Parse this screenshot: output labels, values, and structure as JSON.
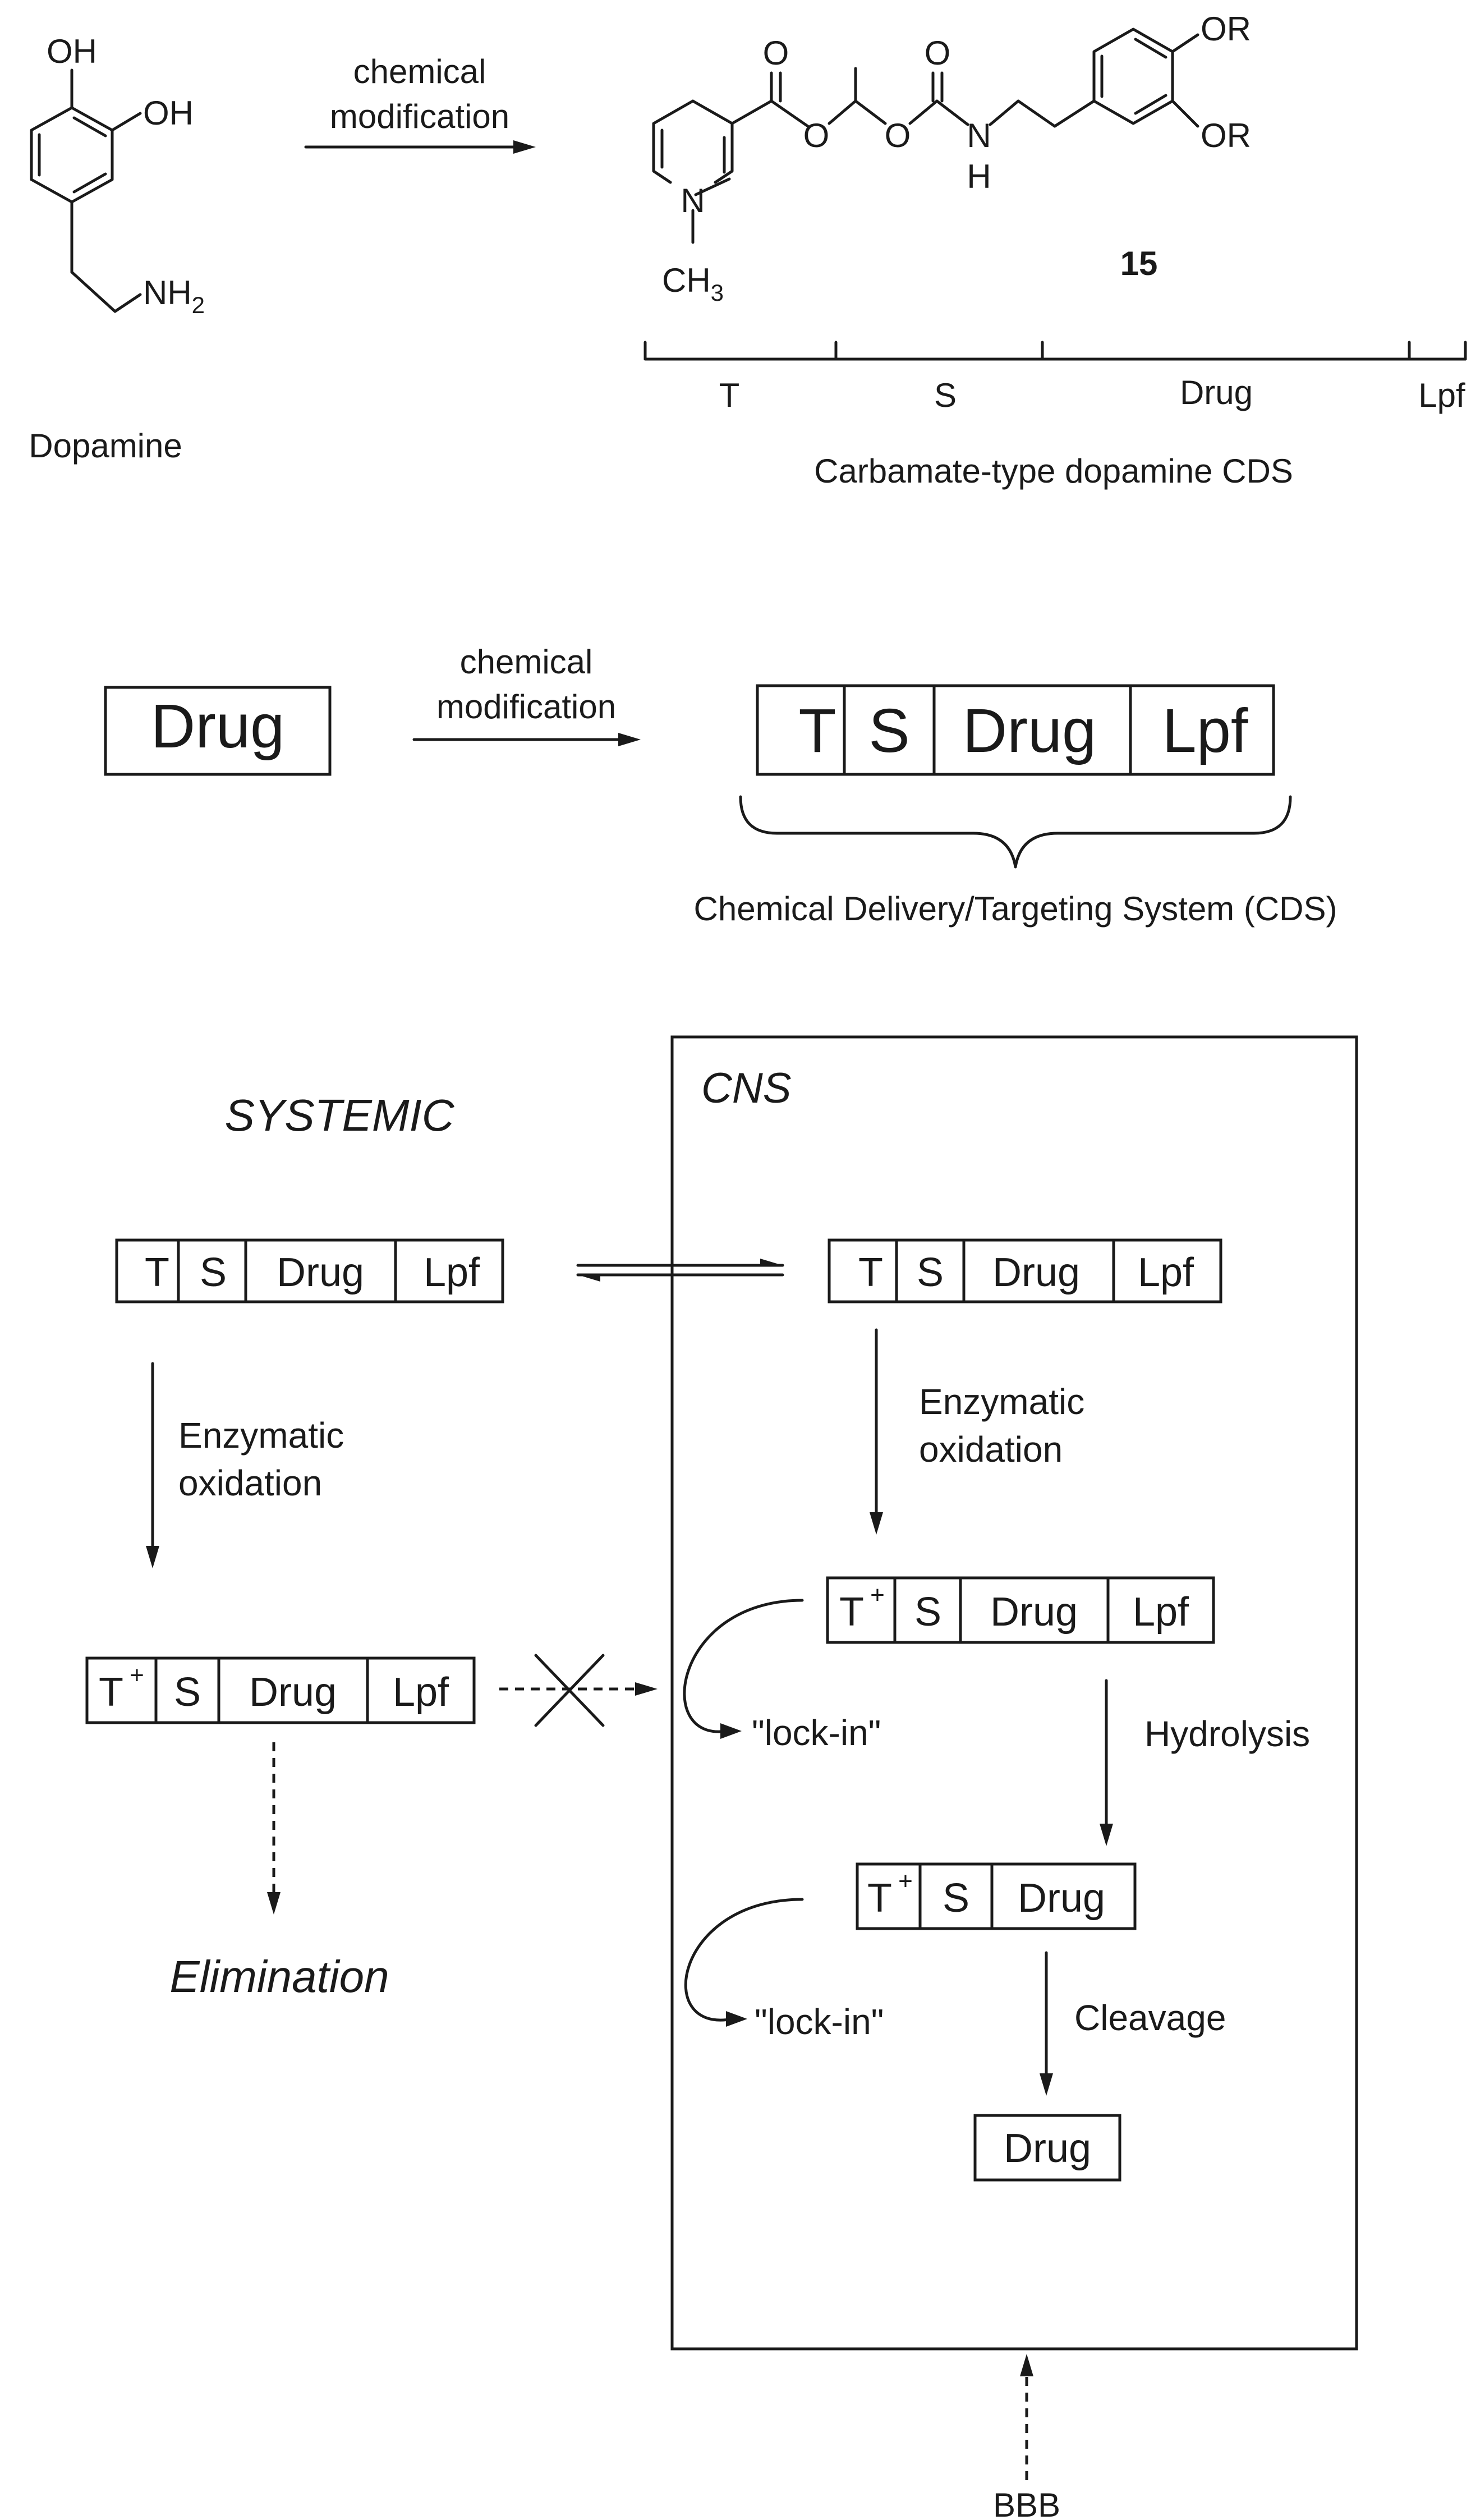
{
  "scheme": {
    "step1_arrow_label": [
      "chemical",
      "modification"
    ],
    "step2_arrow_label": [
      "chemical",
      "modification"
    ]
  },
  "dopamine": {
    "name": "Dopamine",
    "oh1": "OH",
    "oh2": "OH",
    "nh2": "NH",
    "nh2_sub": "2"
  },
  "cds_structure": {
    "compound_number": "15",
    "o_carbonyl_1": "O",
    "o_ester_1": "O",
    "o_carbonyl_2": "O",
    "o_ester_2": "O",
    "n_amide": "N",
    "h_amide": "H",
    "ring_n": "N",
    "ch3": "CH",
    "ch3_sub": "3",
    "or_top": "OR",
    "or_bottom": "OR",
    "segments": [
      "T",
      "S",
      "Drug",
      "Lpf"
    ],
    "caption": "Carbamate-type dopamine CDS"
  },
  "general_cds": {
    "drug_box": "Drug",
    "segments": [
      "T",
      "S",
      "Drug",
      "Lpf"
    ],
    "caption": "Chemical Delivery/Targeting System (CDS)"
  },
  "mechanism": {
    "systemic_label": "SYSTEMIC",
    "cns_label": "CNS",
    "seg_T": "T",
    "seg_S": "S",
    "seg_Drug": "Drug",
    "seg_Lpf": "Lpf",
    "plus": "+",
    "enzymatic_1": [
      "Enzymatic",
      "oxidation"
    ],
    "enzymatic_2": [
      "Enzymatic",
      "oxidation"
    ],
    "hydrolysis": "Hydrolysis",
    "cleavage": "Cleavage",
    "lock_in_1": "\"lock-in\"",
    "lock_in_2": "\"lock-in\"",
    "elimination": "Elimination",
    "final_drug": "Drug",
    "bbb": "BBB"
  }
}
